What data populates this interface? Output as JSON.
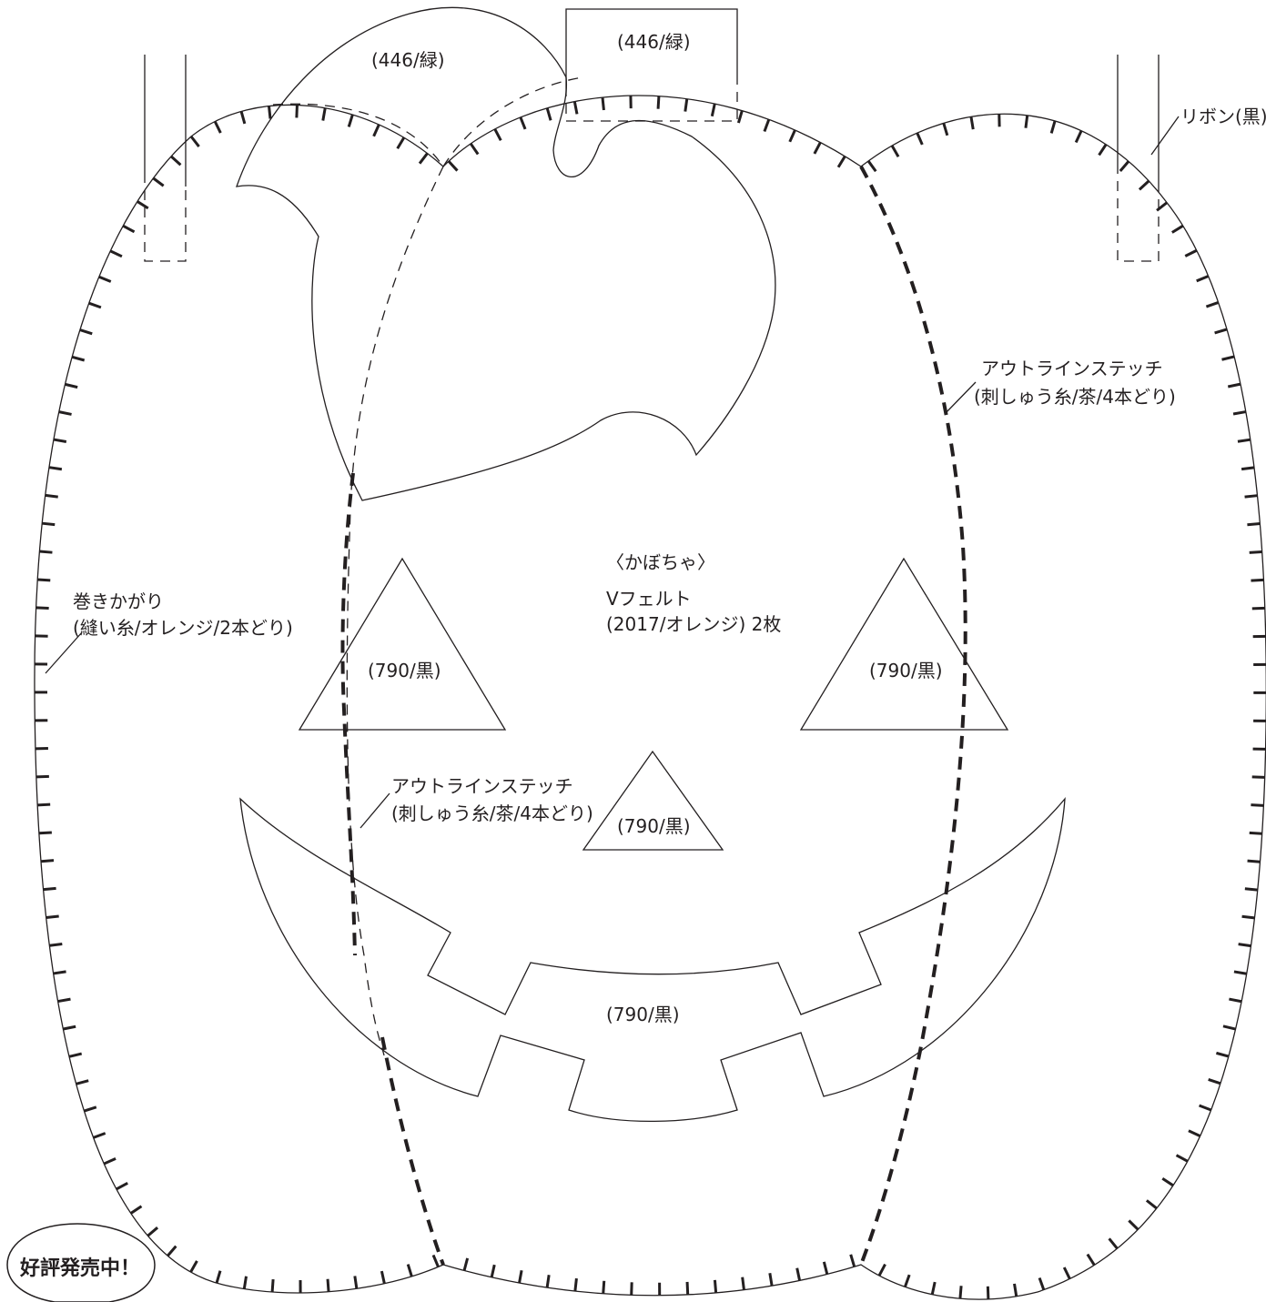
{
  "pattern": {
    "title": "〈かぼちゃ〉",
    "material_line1": "Vフェルト",
    "material_line2": "(2017/オレンジ) 2枚",
    "leaf_label": "(446/緑)",
    "stem_label": "(446/緑)",
    "eye_left_label": "(790/黒)",
    "eye_right_label": "(790/黒)",
    "nose_label": "(790/黒)",
    "mouth_label": "(790/黒)",
    "ribbon_label": "リボン(黒)",
    "stitch_right_line1": "アウトラインステッチ",
    "stitch_right_line2": "(刺しゅう糸/茶/4本どり)",
    "stitch_center_line1": "アウトラインステッチ",
    "stitch_center_line2": "(刺しゅう糸/茶/4本どり)",
    "whip_line1": "巻きかがり",
    "whip_line2": "(縫い糸/オレンジ/2本どり)"
  },
  "badge": {
    "text": "好評発売中！"
  }
}
